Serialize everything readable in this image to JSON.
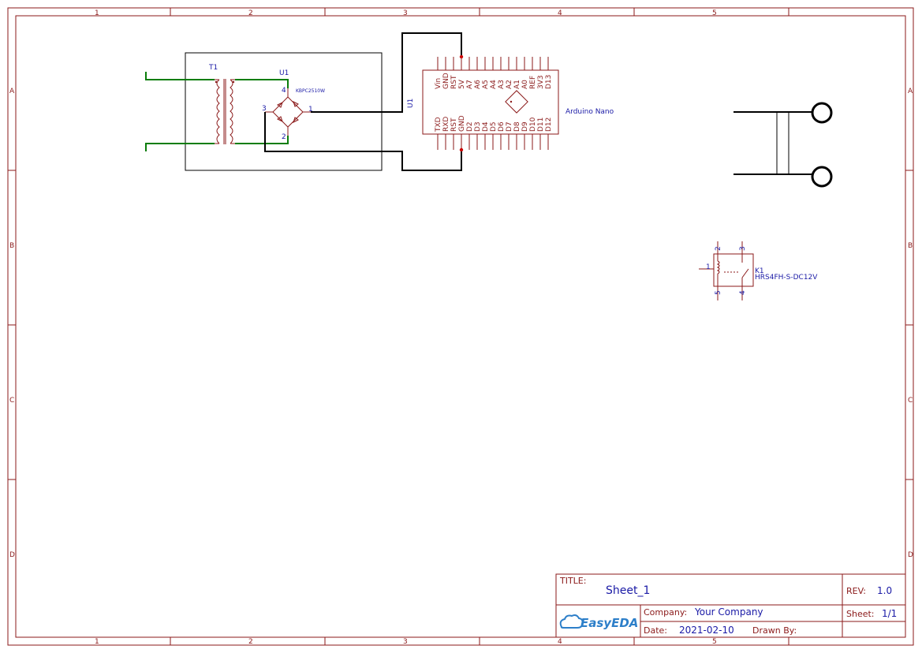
{
  "frame": {
    "columns": [
      "1",
      "2",
      "3",
      "4",
      "5"
    ],
    "rows": [
      "A",
      "B",
      "C",
      "D"
    ]
  },
  "title_block": {
    "title_label": "TITLE:",
    "title": "Sheet_1",
    "rev_label": "REV:",
    "rev": "1.0",
    "company_label": "Company:",
    "company": "Your Company",
    "sheet_label": "Sheet:",
    "sheet": "1/1",
    "date_label": "Date:",
    "date": "2021-02-10",
    "drawn_by_label": "Drawn By:",
    "logo_text": "EasyEDA"
  },
  "components": {
    "transformer": {
      "designator": "T1"
    },
    "bridge": {
      "designator": "U1",
      "part": "KBPC2510W",
      "pins": [
        "1",
        "2",
        "3",
        "4"
      ]
    },
    "arduino": {
      "designator": "U1",
      "name": "Arduino Nano",
      "top_pins": [
        "Vin",
        "GND",
        "RST",
        "5V",
        "A7",
        "A6",
        "A5",
        "A4",
        "A3",
        "A2",
        "A1",
        "A0",
        "REF",
        "3V3",
        "D13"
      ],
      "bottom_pins": [
        "TXD",
        "RXD",
        "RST",
        "GND",
        "D2",
        "D3",
        "D4",
        "D5",
        "D6",
        "D7",
        "D8",
        "D9",
        "D10",
        "D11",
        "D12"
      ]
    },
    "relay": {
      "designator": "K1",
      "part": "HRS4FH-S-DC12V",
      "pins": [
        "1",
        "2",
        "3",
        "4",
        "5"
      ]
    }
  },
  "colors": {
    "frame": "#8b1a1a",
    "wire": "#000000",
    "net_wire": "#0a7d0a",
    "text": "#1a1aa6"
  }
}
